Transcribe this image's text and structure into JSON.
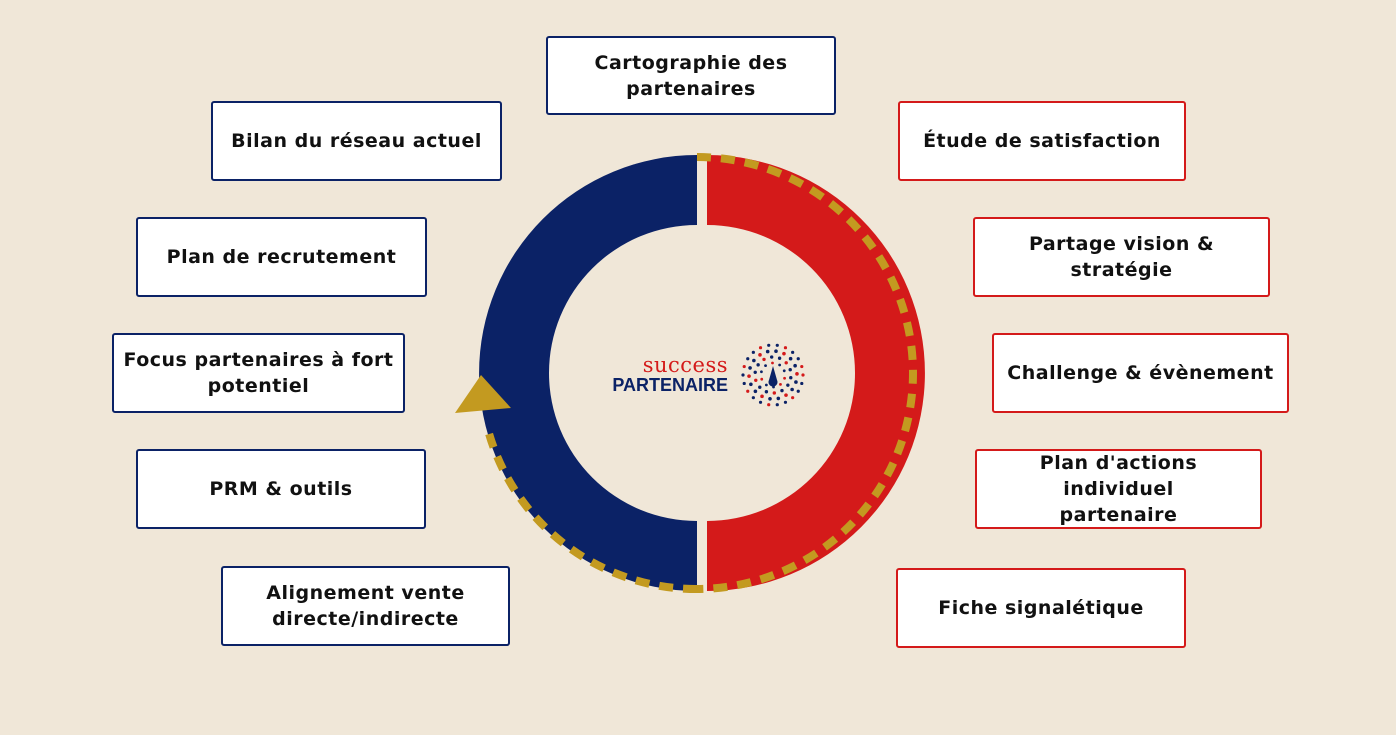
{
  "colors": {
    "background": "#f0e7d8",
    "blue": "#0b2266",
    "red": "#d41a1a",
    "gold": "#c39a20"
  },
  "logo": {
    "line1": "success",
    "line2": "PARTENAIRE",
    "icon": "compass-dots-icon"
  },
  "top_item": "Cartographie des\npartenaires",
  "left_items": [
    "Bilan du réseau actuel",
    "Plan de recrutement",
    "Focus partenaires à fort\npotentiel",
    "PRM & outils",
    "Alignement vente\ndirecte/indirecte"
  ],
  "right_items": [
    "Étude de satisfaction",
    "Partage vision & stratégie",
    "Challenge & évènement",
    "Plan d'actions individuel\npartenaire",
    "Fiche signalétique"
  ]
}
